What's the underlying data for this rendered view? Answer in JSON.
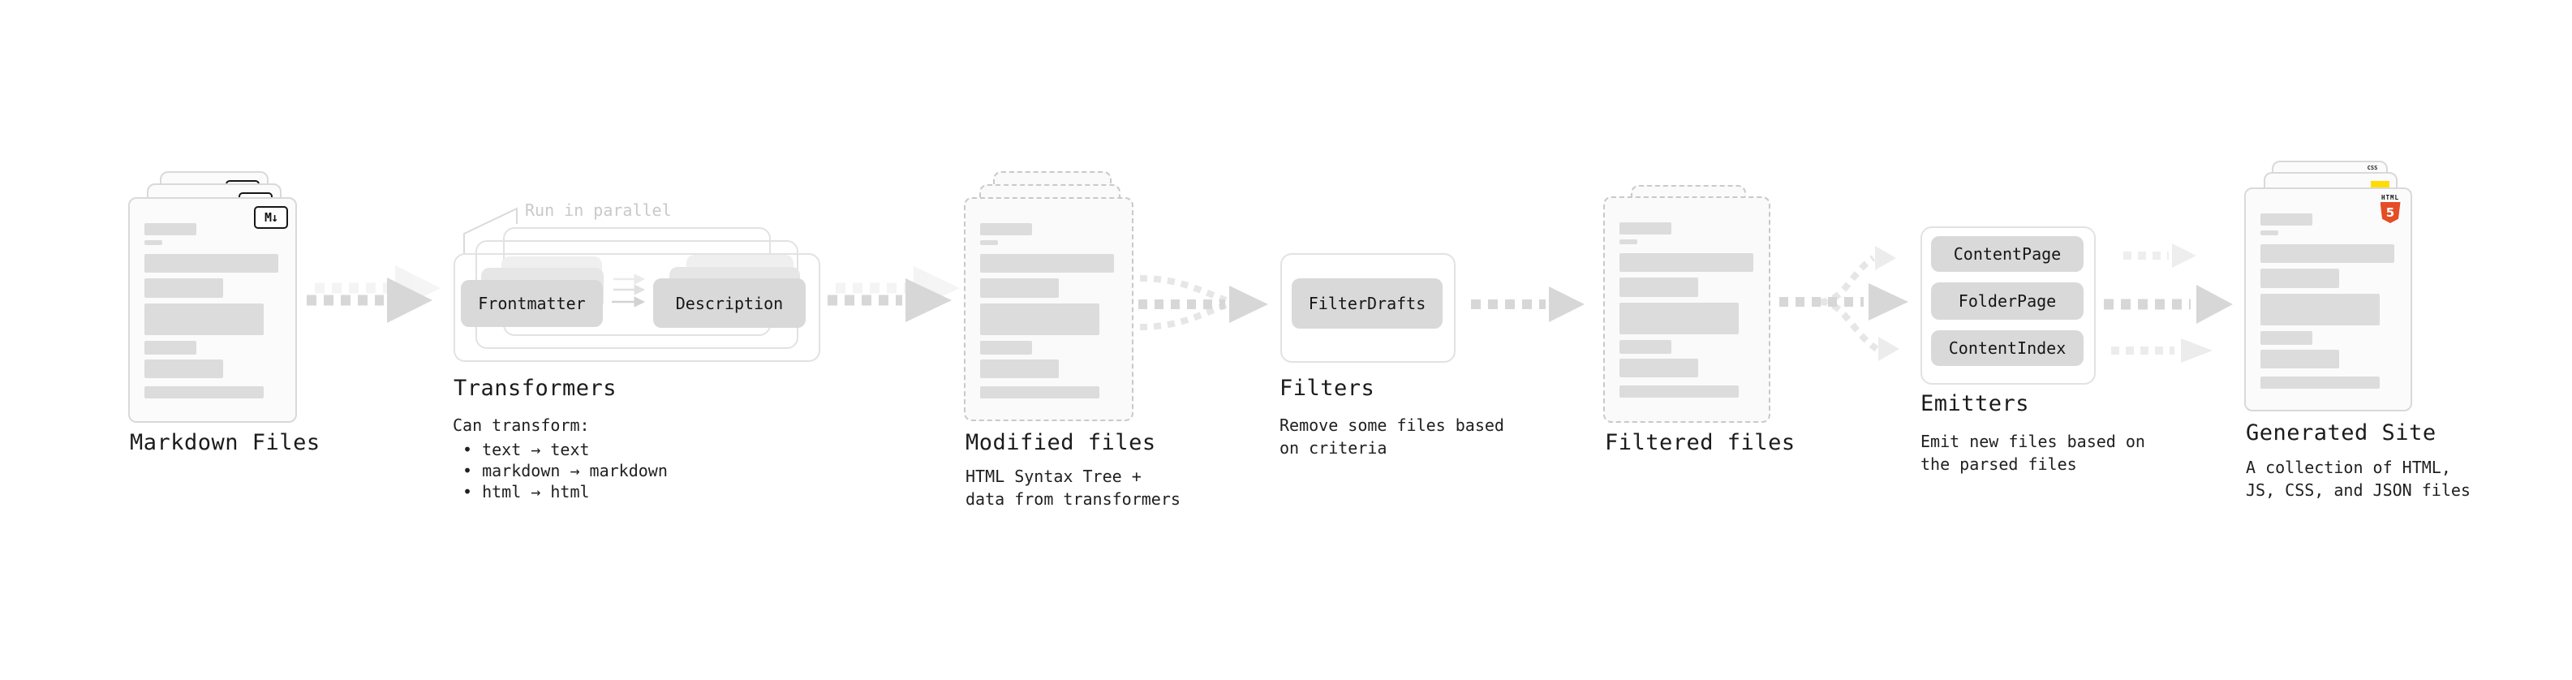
{
  "stages": {
    "markdown_files": {
      "label": "Markdown Files",
      "icon": "M↓"
    },
    "transformers": {
      "label": "Transformers",
      "annotation": "Run in parallel",
      "node_frontmatter": "Frontmatter",
      "node_description": "Description",
      "desc": "Can transform:",
      "bullet_1": "• text → text",
      "bullet_2": "• markdown → markdown",
      "bullet_3": "• html → html"
    },
    "modified_files": {
      "label": "Modified files",
      "desc_1": "HTML Syntax Tree +",
      "desc_2": "data from transformers"
    },
    "filters": {
      "label": "Filters",
      "node_filterdrafts": "FilterDrafts",
      "desc_1": "Remove some files based",
      "desc_2": "on criteria"
    },
    "filtered_files": {
      "label": "Filtered files"
    },
    "emitters": {
      "label": "Emitters",
      "node_1": "ContentPage",
      "node_2": "FolderPage",
      "node_3": "ContentIndex",
      "desc_1": "Emit new files based on",
      "desc_2": "the parsed files"
    },
    "generated_site": {
      "label": "Generated Site",
      "desc_1": "A collection of HTML,",
      "desc_2": "JS, CSS, and JSON files",
      "badge_css": "CSS",
      "badge_html_text": "HTML",
      "badge_html_number": "5"
    }
  },
  "colors": {
    "arrow_main": "#d7d7d7",
    "arrow_ghost": "#ececec",
    "node_fill": "#d9d9d9",
    "outline_border": "#e2e2e2",
    "dashed_border": "#c9c9c9",
    "placeholder_bar": "#dcdcdc",
    "html5_orange": "#e44d26",
    "js_yellow": "#ffdd00",
    "css_blue": "#2965f1",
    "annotation_gray": "#c9c9c9"
  }
}
